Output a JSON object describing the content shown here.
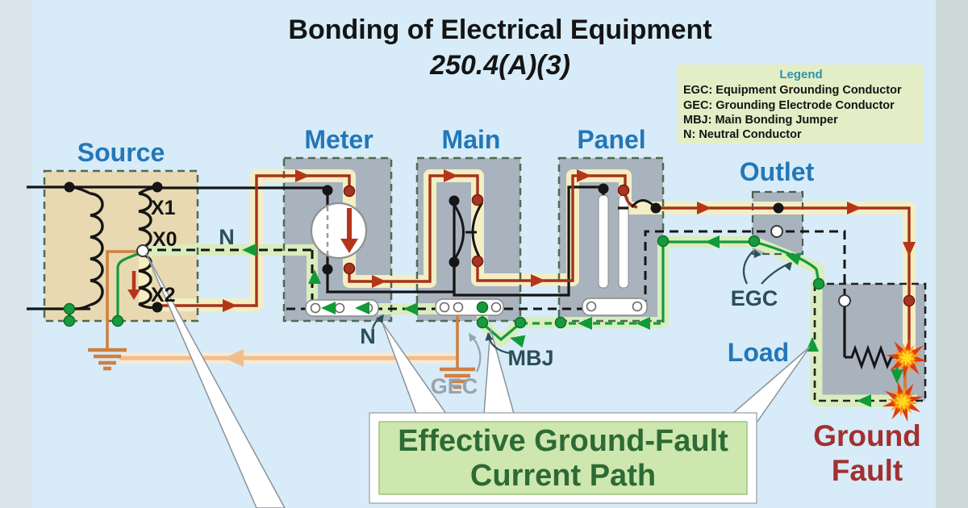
{
  "title": {
    "line1": "Bonding of Electrical Equipment",
    "line2": "250.4(A)(3)"
  },
  "legend": {
    "heading": "Legend",
    "items": [
      "EGC: Equipment Grounding Conductor",
      "GEC: Grounding Electrode Conductor",
      "MBJ: Main Bonding Jumper",
      "N: Neutral Conductor"
    ]
  },
  "sections": {
    "source": "Source",
    "meter": "Meter",
    "main": "Main",
    "panel": "Panel",
    "outlet": "Outlet",
    "load": "Load"
  },
  "annotations": {
    "ground_fault_line1": "Ground",
    "ground_fault_line2": "Fault",
    "egc": "EGC",
    "mbj": "MBJ",
    "gec": "GEC",
    "neutral_source": "N",
    "neutral_bus": "N",
    "x1": "X1",
    "x0": "X0",
    "x2": "X2",
    "callout_line1": "Effective Ground-Fault",
    "callout_line2": "Current Path"
  },
  "colors": {
    "background": "#d7ecf8",
    "left_strip": "#dae4ea",
    "right_strip": "#ccd8d6",
    "section_label_blue": "#2377b8",
    "fault_path_red": "#a3321c",
    "fault_highlight_yellow": "#f4eec2",
    "ground_path_green": "#149a3c",
    "ground_highlight_green": "#d9edbd",
    "gec_orange": "#cf8040",
    "earth_path_orange": "#f2bd8d",
    "ground_fault_text": "#a33030",
    "annotation_slate": "#2c4f57",
    "gec_label_gray": "#9aa2ab",
    "callout_fill": "#cde7ae",
    "callout_text": "#2d6a35",
    "legend_fill": "#e4eec6",
    "legend_heading_teal": "#2e93a8",
    "equipment_gray": "#a9b3be",
    "source_tan": "#e9d9b2",
    "spark_red": "#e03c0c",
    "spark_yellow": "#ffd91e"
  }
}
